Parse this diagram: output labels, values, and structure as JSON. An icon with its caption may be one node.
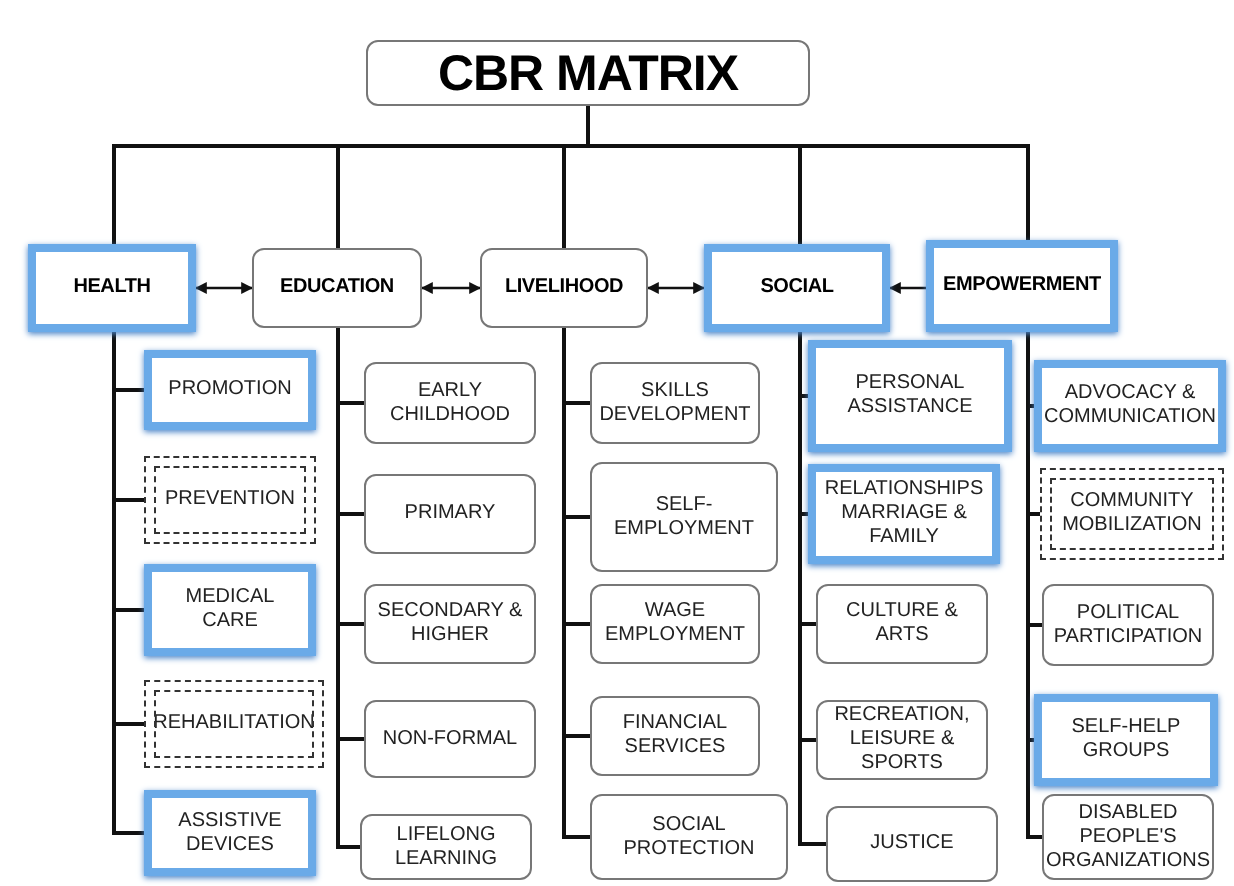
{
  "diagram": {
    "nodes": [
      {
        "text": [
          "CBR MATRIX"
        ]
      },
      {
        "text": [
          "HEALTH"
        ]
      },
      {
        "text": [
          "EDUCATION"
        ]
      },
      {
        "text": [
          "LIVELIHOOD"
        ]
      },
      {
        "text": [
          "SOCIAL"
        ]
      },
      {
        "text": [
          "EMPOWERMENT"
        ]
      },
      {
        "text": [
          "PROMOTION"
        ]
      },
      {
        "text": [
          "PREVENTION"
        ]
      },
      {
        "text": [
          "MEDICAL CARE"
        ]
      },
      {
        "text": [
          "REHABILITATION"
        ]
      },
      {
        "text": [
          "ASSISTIVE DEVICES"
        ]
      },
      {
        "text": [
          "EARLY CHILDHOOD"
        ]
      },
      {
        "text": [
          "PRIMARY"
        ]
      },
      {
        "text": [
          "SECONDARY & HIGHER"
        ]
      },
      {
        "text": [
          "NON-FORMAL"
        ]
      },
      {
        "text": [
          "LIFELONG LEARNING"
        ]
      },
      {
        "text": [
          "SKILLS DEVELOPMENT"
        ]
      },
      {
        "text": [
          "SELF-EMPLOYMENT"
        ]
      },
      {
        "text": [
          "WAGE EMPLOYMENT"
        ]
      },
      {
        "text": [
          "FINANCIAL SERVICES"
        ]
      },
      {
        "text": [
          "SOCIAL PROTECTION"
        ]
      },
      {
        "text": [
          "PERSONAL ASSISTANCE"
        ]
      },
      {
        "text": [
          "RELATIONSHIPS MARRIAGE & FAMILY"
        ]
      },
      {
        "text": [
          "CULTURE & ARTS"
        ]
      },
      {
        "text": [
          "RECREATION, LEISURE & SPORTS"
        ]
      },
      {
        "text": [
          "JUSTICE"
        ]
      },
      {
        "text": [
          "ADVOCACY & COMMUNICATION"
        ]
      },
      {
        "text": [
          "COMMUNITY MOBILIZATION"
        ]
      },
      {
        "text": [
          "POLITICAL PARTICIPATION"
        ]
      },
      {
        "text": [
          "SELF-HELP GROUPS"
        ]
      },
      {
        "text": [
          "DISABLED PEOPLE'S ORGANIZATIONS"
        ]
      }
    ],
    "edges": [
      {
        "from": 0,
        "to": 1,
        "arrow": "none"
      },
      {
        "from": 0,
        "to": 2,
        "arrow": "none"
      },
      {
        "from": 0,
        "to": 3,
        "arrow": "none"
      },
      {
        "from": 0,
        "to": 4,
        "arrow": "none"
      },
      {
        "from": 0,
        "to": 5,
        "arrow": "none"
      },
      {
        "from": 1,
        "to": 2,
        "arrow": "both"
      },
      {
        "from": 2,
        "to": 3,
        "arrow": "both"
      },
      {
        "from": 3,
        "to": 4,
        "arrow": "both"
      },
      {
        "from": 5,
        "to": 4,
        "arrow": "to"
      },
      {
        "from": 1,
        "to": 6,
        "arrow": "none"
      },
      {
        "from": 1,
        "to": 7,
        "arrow": "none"
      },
      {
        "from": 1,
        "to": 8,
        "arrow": "none"
      },
      {
        "from": 1,
        "to": 9,
        "arrow": "none"
      },
      {
        "from": 1,
        "to": 10,
        "arrow": "none"
      },
      {
        "from": 2,
        "to": 11,
        "arrow": "none"
      },
      {
        "from": 2,
        "to": 12,
        "arrow": "none"
      },
      {
        "from": 2,
        "to": 13,
        "arrow": "none"
      },
      {
        "from": 2,
        "to": 14,
        "arrow": "none"
      },
      {
        "from": 2,
        "to": 15,
        "arrow": "none"
      },
      {
        "from": 3,
        "to": 16,
        "arrow": "none"
      },
      {
        "from": 3,
        "to": 17,
        "arrow": "none"
      },
      {
        "from": 3,
        "to": 18,
        "arrow": "none"
      },
      {
        "from": 3,
        "to": 19,
        "arrow": "none"
      },
      {
        "from": 3,
        "to": 20,
        "arrow": "none"
      },
      {
        "from": 4,
        "to": 21,
        "arrow": "none"
      },
      {
        "from": 4,
        "to": 22,
        "arrow": "none"
      },
      {
        "from": 4,
        "to": 23,
        "arrow": "none"
      },
      {
        "from": 4,
        "to": 24,
        "arrow": "none"
      },
      {
        "from": 4,
        "to": 25,
        "arrow": "none"
      },
      {
        "from": 5,
        "to": 26,
        "arrow": "none"
      },
      {
        "from": 5,
        "to": 27,
        "arrow": "none"
      },
      {
        "from": 5,
        "to": 28,
        "arrow": "none"
      },
      {
        "from": 5,
        "to": 29,
        "arrow": "none"
      },
      {
        "from": 5,
        "to": 30,
        "arrow": "none"
      }
    ]
  }
}
